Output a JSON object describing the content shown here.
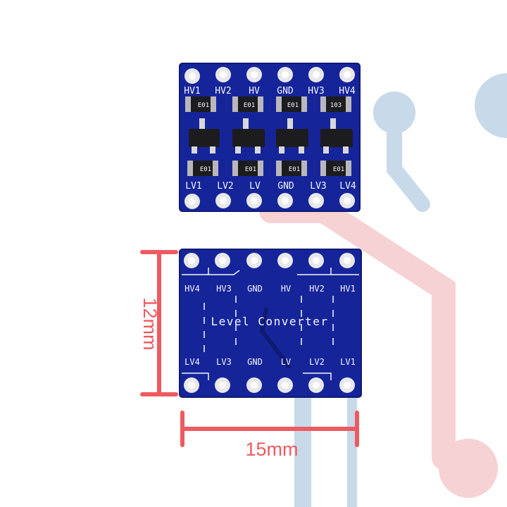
{
  "colors": {
    "background": "#ffffff",
    "pcb": "#16249a",
    "pcb_dark": "#0f1a72",
    "pad": "#e8e8ec",
    "silkscreen": "#f4f6ff",
    "component": "#1c1c1f",
    "resistor_cap": "#b8b8bc",
    "dimension": "#ee5a60",
    "watermark_blue": "#c8d9ea",
    "watermark_red": "#f6d2d4"
  },
  "top_board": {
    "top_labels": [
      "HV1",
      "HV2",
      "HV",
      "GND",
      "HV3",
      "HV4"
    ],
    "bottom_labels": [
      "LV1",
      "LV2",
      "LV",
      "GND",
      "LV3",
      "LV4"
    ],
    "upper_resistor_codes": [
      "E01",
      "E01",
      "E01",
      "103"
    ],
    "lower_resistor_codes": [
      "E01",
      "E01",
      "E01",
      "E01"
    ]
  },
  "bottom_board": {
    "top_labels": [
      "HV4",
      "HV3",
      "GND",
      "HV",
      "HV2",
      "HV1"
    ],
    "bottom_labels": [
      "LV4",
      "LV3",
      "GND",
      "LV",
      "LV2",
      "LV1"
    ],
    "title": "Level Converter"
  },
  "dimensions": {
    "height_label": "12mm",
    "width_label": "15mm"
  }
}
